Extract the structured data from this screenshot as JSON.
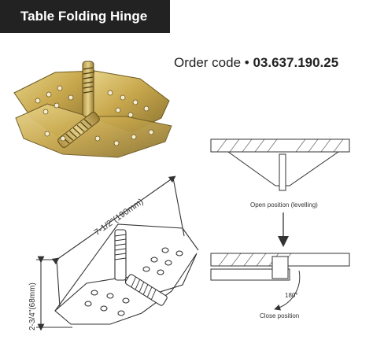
{
  "header": {
    "title": "Table Folding Hinge"
  },
  "order": {
    "label": "Order code",
    "bullet": "•",
    "code": "03.637.190.25"
  },
  "dimensions": {
    "length": "7-1/2\"(190mm)",
    "height": "2-3/4\"(68mm)"
  },
  "diagram": {
    "open_label": "Open position (levelling)",
    "close_label": "Close position",
    "angle_label": "180°"
  },
  "colors": {
    "title_bg": "#222222",
    "brass_light": "#d9c06a",
    "brass_dark": "#8a7230",
    "line": "#333333"
  }
}
